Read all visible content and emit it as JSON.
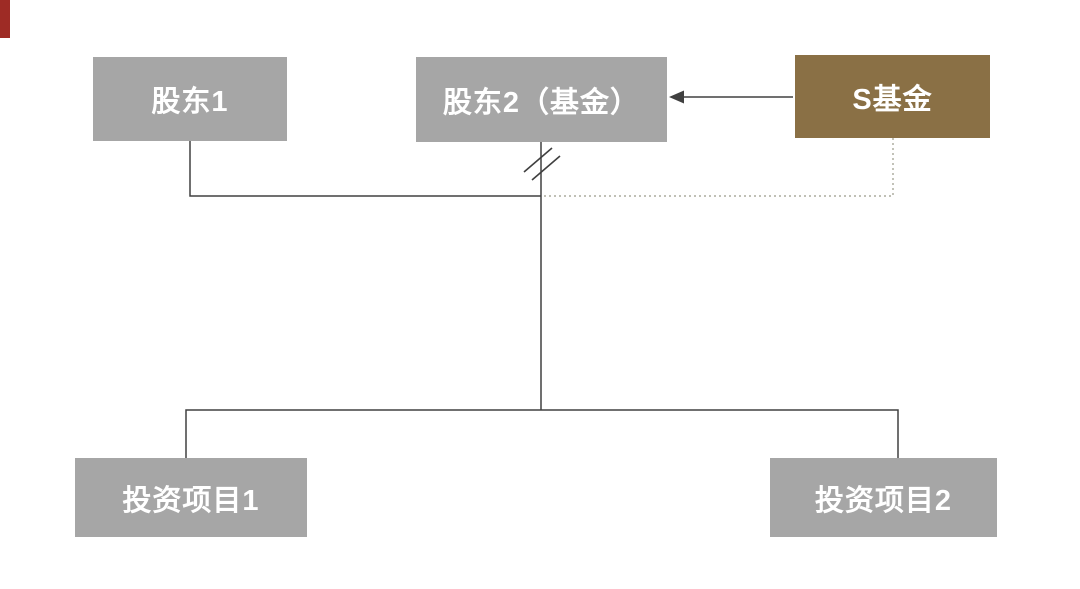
{
  "page": {
    "background": "#ffffff",
    "accent_bar_color": "#9e2b25"
  },
  "diagram": {
    "type": "equity-structure-chart",
    "nodes": [
      {
        "id": "shareholder-1",
        "label": "股东1",
        "fill": "#a6a6a6",
        "text_color": "#ffffff"
      },
      {
        "id": "shareholder-2-fund",
        "label": "股东2（基金）",
        "fill": "#a6a6a6",
        "text_color": "#ffffff"
      },
      {
        "id": "s-fund",
        "label": "S基金",
        "fill": "#8a7045",
        "text_color": "#ffffff"
      },
      {
        "id": "investment-project-1",
        "label": "投资项目1",
        "fill": "#a6a6a6",
        "text_color": "#ffffff"
      },
      {
        "id": "investment-project-2",
        "label": "投资项目2",
        "fill": "#a6a6a6",
        "text_color": "#ffffff"
      }
    ],
    "edges": [
      {
        "from": "s-fund",
        "to": "shareholder-2-fund",
        "style": "solid-arrow"
      },
      {
        "from": "shareholder-1",
        "to": "holding-junction",
        "style": "solid"
      },
      {
        "from": "shareholder-2-fund",
        "to": "holding-junction",
        "style": "solid",
        "annotation": "double-slash-break"
      },
      {
        "from": "s-fund",
        "to": "holding-junction",
        "style": "dotted"
      },
      {
        "from": "holding-junction",
        "to": "investment-project-1",
        "style": "solid"
      },
      {
        "from": "holding-junction",
        "to": "investment-project-2",
        "style": "solid"
      }
    ],
    "line_color": "#404040",
    "dotted_line_color": "#9a9a8a"
  }
}
